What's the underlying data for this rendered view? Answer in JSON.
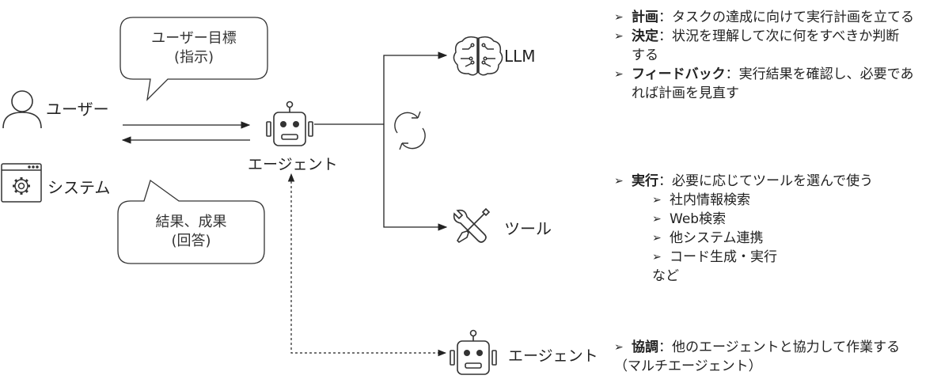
{
  "bubbles": {
    "goal": {
      "line1": "ユーザー目標",
      "line2": "(指示)"
    },
    "result": {
      "line1": "結果、成果",
      "line2": "(回答)"
    }
  },
  "labels": {
    "user": "ユーザー",
    "system": "システム",
    "agent": "エージェント",
    "llm": "LLM",
    "tool": "ツール",
    "agent2": "エージェント"
  },
  "notes": {
    "llm": [
      {
        "title": "計画",
        "text": "：タスクの達成に向けて実行計画を立てる"
      },
      {
        "title": "決定",
        "text": "：状況を理解して次に何をすべきか判断",
        "cont": "する"
      },
      {
        "title": "フィードバック",
        "text": "：実行結果を確認し、必要であ",
        "cont": "れば計画を見直す"
      }
    ],
    "tool": {
      "title": "実行",
      "text": "：必要に応じてツールを選んで使う",
      "subs": [
        "社内情報検索",
        "Web検索",
        "他システム連携",
        "コード生成・実行"
      ],
      "tail": "など"
    },
    "multi": {
      "title": "協調",
      "text": "：他のエージェントと協力して作業する",
      "cont": "（マルチエージェント）"
    }
  }
}
